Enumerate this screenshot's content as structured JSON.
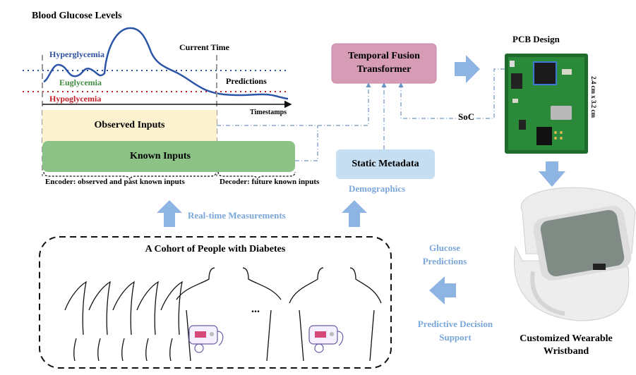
{
  "chart": {
    "title": "Blood Glucose Levels",
    "zones": {
      "hyper": "Hyperglycemia",
      "eu": "Euglycemia",
      "hypo": "Hypoglycemia"
    },
    "current_time": "Current Time",
    "predictions": "Predictions",
    "xaxis": "Timestamps",
    "colors": {
      "hyper": "#2c4f9e",
      "eu": "#3f8b3f",
      "hypo": "#c0202a"
    }
  },
  "inputs": {
    "observed": "Observed Inputs",
    "known": "Known Inputs",
    "encoder": "Encoder: observed and past known inputs",
    "decoder": "Decoder: future known inputs"
  },
  "tft": {
    "line1": "Temporal Fusion",
    "line2": "Transformer"
  },
  "static": {
    "label": "Static Metadata",
    "sub": "Demographics"
  },
  "pcb": {
    "title": "PCB Design",
    "dims": "2.4 cm x 3.2 cm",
    "soc": "SoC"
  },
  "flows": {
    "realtime": "Real-time Measurements",
    "glucose": [
      "Glucose",
      "Predictions"
    ],
    "support": [
      "Predictive Decision",
      "Support"
    ]
  },
  "cohort": {
    "title": "A Cohort of People with Diabetes",
    "ellipsis": "..."
  },
  "wearable": {
    "line1": "Customized Wearable",
    "line2": "Wristband"
  }
}
